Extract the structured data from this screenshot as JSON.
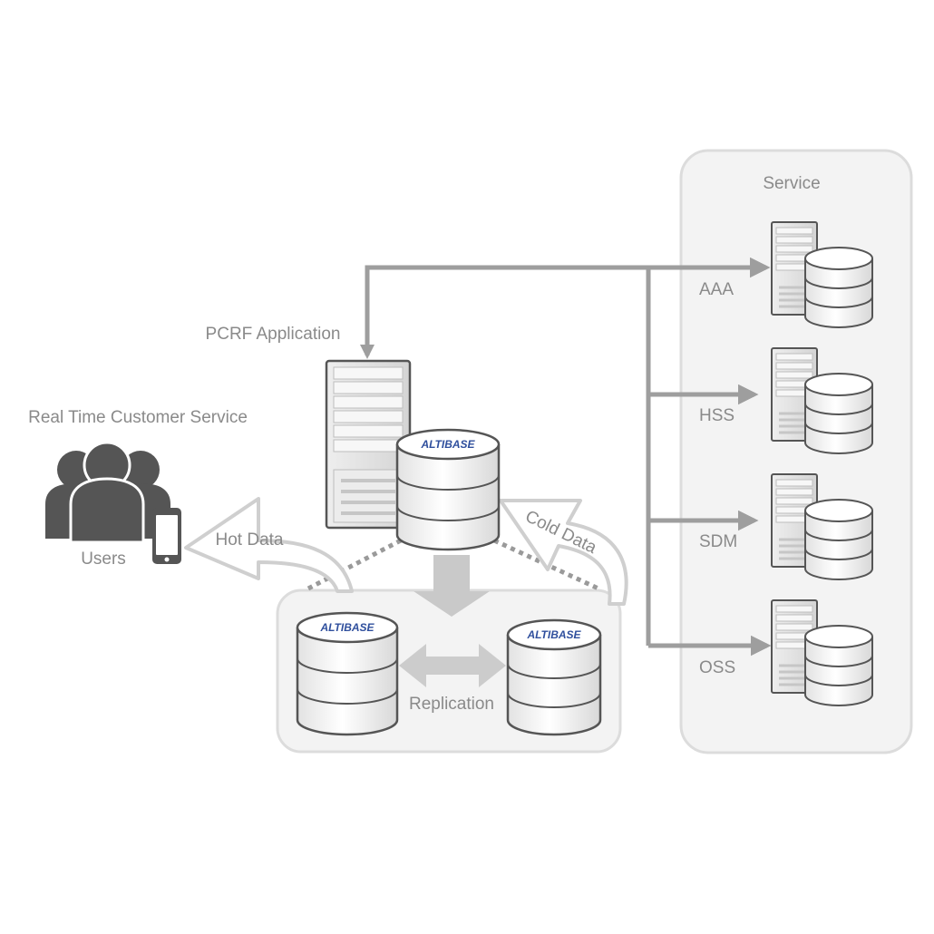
{
  "labels": {
    "service_panel_title": "Service",
    "pcrf_application": "PCRF Application",
    "real_time_customer_service": "Real Time Customer Service",
    "users": "Users",
    "hot_data": "Hot Data",
    "cold_data": "Cold Data",
    "replication": "Replication"
  },
  "services": [
    {
      "label": "AAA"
    },
    {
      "label": "HSS"
    },
    {
      "label": "SDM"
    },
    {
      "label": "OSS"
    }
  ],
  "brand": {
    "logo_text": "ALTIBASE",
    "logo_color": "#2f4f9d"
  },
  "colors": {
    "panel_fill": "#f3f3f3",
    "panel_stroke": "#dcdcdc",
    "connector": "#9e9e9e",
    "big_arrow": "#c9c9c9",
    "label_text": "#8a8a8a",
    "user_icon": "#555555"
  },
  "icons": [
    "server-icon",
    "database-icon",
    "users-icon",
    "smartphone-icon"
  ]
}
